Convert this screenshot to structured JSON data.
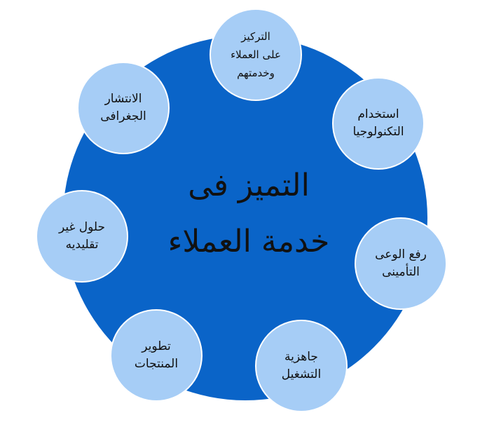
{
  "center": {
    "line1": "التميز فى",
    "line2": "خدمة العملاء"
  },
  "items": [
    {
      "label": "التركيز\nعلى العملاء\nوخدمتهم"
    },
    {
      "label": "استخدام\nالتكنولوجيا"
    },
    {
      "label": "رفع الوعى\nالتأمينى"
    },
    {
      "label": "جاهزية\nالتشغيل"
    },
    {
      "label": "تطوير\nالمنتجات"
    },
    {
      "label": "حلول غير\nتقليديه"
    },
    {
      "label": "الانتشار\nالجغرافى"
    }
  ],
  "colors": {
    "center_circle": "#0a64c8",
    "outer_circles": "#a6cdf6",
    "text": "#111111"
  }
}
